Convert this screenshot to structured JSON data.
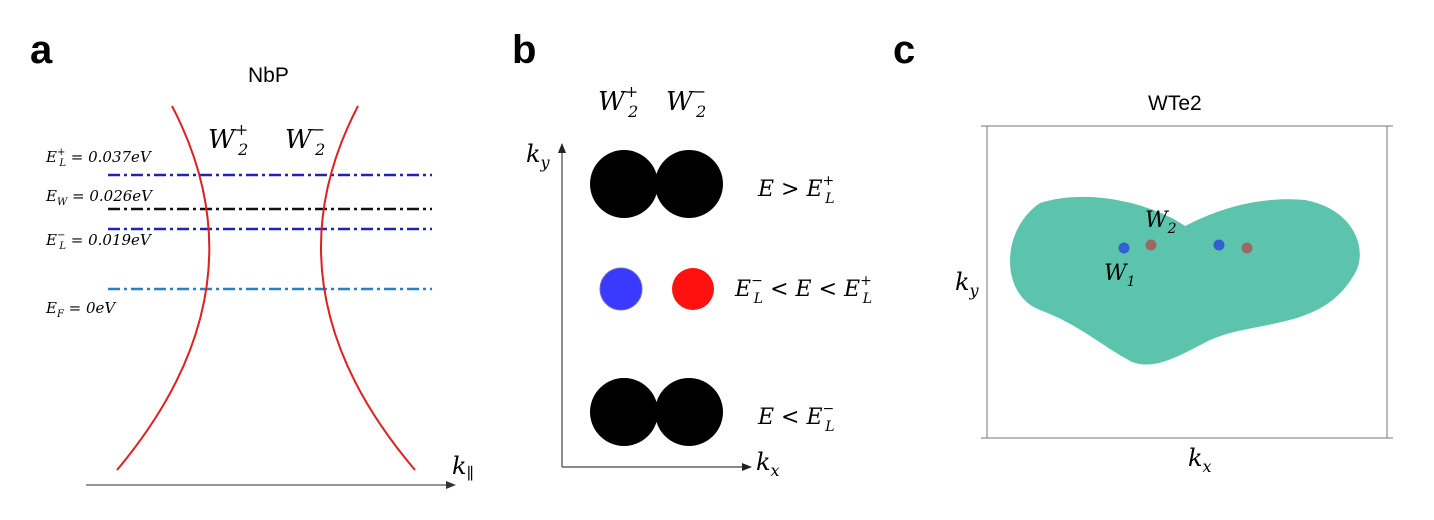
{
  "panels": {
    "a": {
      "label": "a",
      "title": "NbP",
      "axis_label_main": "k",
      "axis_label_sub": "∥",
      "weyl_left": {
        "main": "W",
        "sub": "2",
        "sup": "+"
      },
      "weyl_right": {
        "main": "W",
        "sub": "2",
        "sup": "−"
      },
      "energy_lines": [
        {
          "main": "E",
          "sub": "L",
          "sup": "+",
          "rest": " = 0.037eV",
          "color": "#1f24b5"
        },
        {
          "main": "E",
          "sub": "W",
          "sup": "",
          "rest": " = 0.026eV",
          "color": "#111111"
        },
        {
          "main": "E",
          "sub": "L",
          "sup": "−",
          "rest": " = 0.019eV",
          "color": "#1f24b5"
        },
        {
          "main": "E",
          "sub": "F",
          "sup": "",
          "rest": "  = 0eV",
          "color": "#2f7fbf"
        }
      ],
      "band_color": "#dd2222"
    },
    "b": {
      "label": "b",
      "x_axis": {
        "main": "k",
        "sub": "x"
      },
      "y_axis": {
        "main": "k",
        "sub": "y"
      },
      "weyl_left": {
        "main": "W",
        "sub": "2",
        "sup": "+"
      },
      "weyl_right": {
        "main": "W",
        "sub": "2",
        "sup": "−"
      },
      "rows": [
        {
          "condition": "E > E",
          "cond_sub": "L",
          "cond_sup": "+",
          "style": "merged-black"
        },
        {
          "condition": "E",
          "cond_sub": "L",
          "cond_sup": "−",
          "cond_rest": " < E < E",
          "cond_sub2": "L",
          "cond_sup2": "+",
          "style": "separate-colored"
        },
        {
          "condition": "E < E",
          "cond_sub": "L",
          "cond_sup": "−",
          "style": "merged-black"
        }
      ],
      "colors": {
        "black": "#000000",
        "blue": "#3a3aff",
        "red": "#ff1111"
      }
    },
    "c": {
      "label": "c",
      "title": "WTe2",
      "x_axis": {
        "main": "k",
        "sub": "x"
      },
      "y_axis": {
        "main": "k",
        "sub": "y"
      },
      "point_labels": [
        {
          "main": "W",
          "sub": "2"
        },
        {
          "main": "W",
          "sub": "1"
        }
      ],
      "colors": {
        "fermi_surface": "#5cc4ac",
        "w1": "#2f5fd0",
        "w2": "#9a6a62"
      }
    }
  }
}
